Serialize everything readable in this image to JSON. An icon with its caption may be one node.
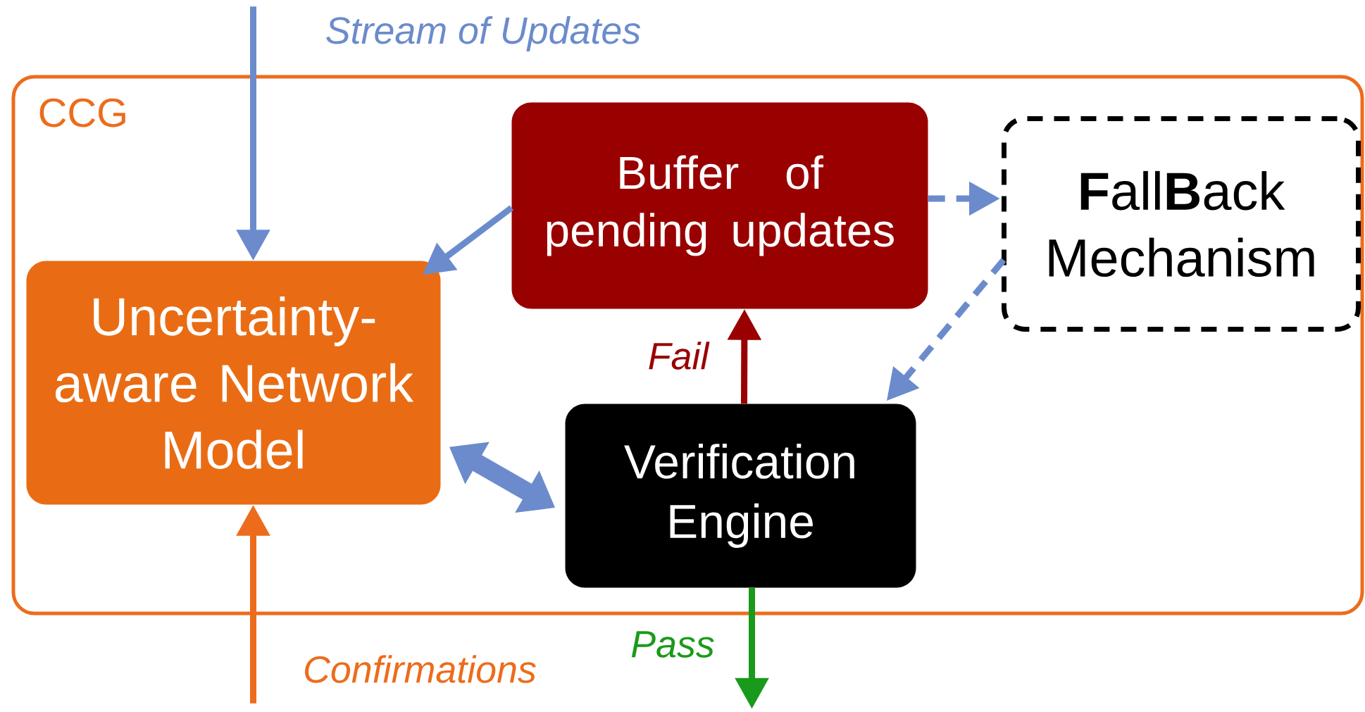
{
  "diagram": {
    "nodes": [
      {
        "text": [
          "CCG"
        ]
      },
      {
        "text": [
          "Buffer of pending updates"
        ],
        "in": 0
      },
      {
        "text": [
          "**F**all**B**ack Mechanism"
        ],
        "in": 0
      },
      {
        "text": [
          "Uncertainty-aware Network Model"
        ],
        "in": 0
      },
      {
        "text": [
          "Verification Engine"
        ],
        "in": 0
      }
    ],
    "edges": [
      {
        "from": null,
        "to": 3,
        "arrow": "to",
        "label": "Stream of Updates"
      },
      {
        "from": 1,
        "to": 3,
        "arrow": "to"
      },
      {
        "from": 1,
        "to": 2,
        "arrow": "to",
        "style": "dashed"
      },
      {
        "from": 2,
        "to": 4,
        "arrow": "to",
        "style": "dashed"
      },
      {
        "from": 3,
        "to": 4,
        "arrow": "both",
        "style": "thick"
      },
      {
        "from": 4,
        "to": 1,
        "arrow": "to",
        "label": "Fail",
        "color": "#990000"
      },
      {
        "from": 4,
        "to": null,
        "arrow": "to",
        "label": "Pass",
        "color": "#1a9a1a"
      },
      {
        "from": null,
        "to": 3,
        "arrow": "to",
        "label": "Confirmations",
        "color": "#ec6c1c"
      }
    ]
  }
}
